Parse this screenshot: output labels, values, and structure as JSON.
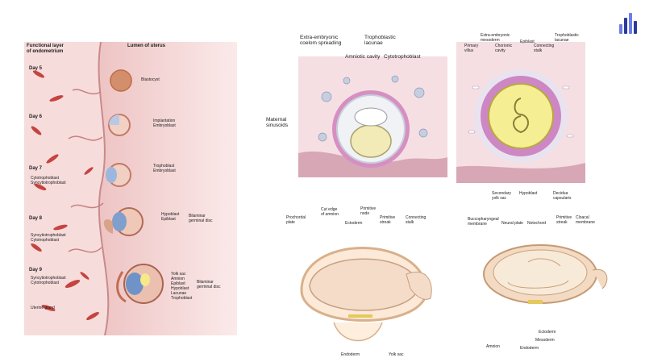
{
  "left_panel": {
    "header_left": [
      "Functional layer",
      "of endometrium"
    ],
    "header_right": "Lumen of uterus",
    "days": [
      {
        "label": "Day 5",
        "structures": [
          "Blastocyst"
        ]
      },
      {
        "label": "Day 6",
        "structures": [
          "Implantation",
          "Embryoblast"
        ]
      },
      {
        "label": "Day 7",
        "structures": [
          "Trophoblast",
          "Embryoblast"
        ],
        "left_labels": [
          "Cytotrophoblast",
          "Syncytiotrophoblast"
        ]
      },
      {
        "label": "Day 8",
        "structures": [
          "Hypoblast",
          "Epiblast"
        ],
        "bracket": [
          "Bilaminar",
          "germinal disc"
        ],
        "left_labels": [
          "Syncytiotrophoblast",
          "Cytotrophoblast"
        ]
      },
      {
        "label": "Day 9",
        "structures": [
          "Yolk sac",
          "Amnion",
          "Epiblast",
          "Hypoblast",
          "Lacunae",
          "Trophoblast"
        ],
        "bracket": [
          "Bilaminar",
          "germinal disc"
        ],
        "left_labels": [
          "Syncytiotrophoblast",
          "Cytotrophoblast"
        ],
        "bottom_label": "Uterine gland"
      }
    ]
  },
  "top_middle": {
    "labels": [
      "Extra-embryonic",
      "coelom spreading",
      "Trophoblastic",
      "lacunae",
      "Amniotic cavity",
      "Cytotrophoblast",
      "Maternal",
      "sinusoids"
    ]
  },
  "top_right": {
    "labels_top": [
      "Extra-embryonic",
      "mesoderm",
      "Primary",
      "villus",
      "Chorionic",
      "cavity",
      "Epiblast",
      "Connecting",
      "stalk",
      "Trophoblastic",
      "lacunae"
    ],
    "labels_bottom": [
      "Secondary",
      "yolk sac",
      "Hypoblast",
      "Decidua",
      "capsularis"
    ]
  },
  "bottom_middle": {
    "labels": [
      "Prochordal",
      "plate",
      "Cut edge",
      "of amnion",
      "Ectoderm",
      "Primitive",
      "node",
      "Primitive",
      "streak",
      "Connecting",
      "stalk",
      "Endoderm",
      "Yolk sac"
    ]
  },
  "bottom_right": {
    "labels": [
      "Buccopharyngeal",
      "membrane",
      "Neural plate",
      "Notochord",
      "Primitive",
      "streak",
      "Cloacal",
      "membrane",
      "Ectoderm",
      "Mesoderm",
      "Amnion",
      "Endoderm"
    ]
  },
  "brand": {
    "bar_colors": [
      "#6c7ee8",
      "#2d3a9c",
      "#6c7ee8",
      "#2d3a9c"
    ]
  }
}
